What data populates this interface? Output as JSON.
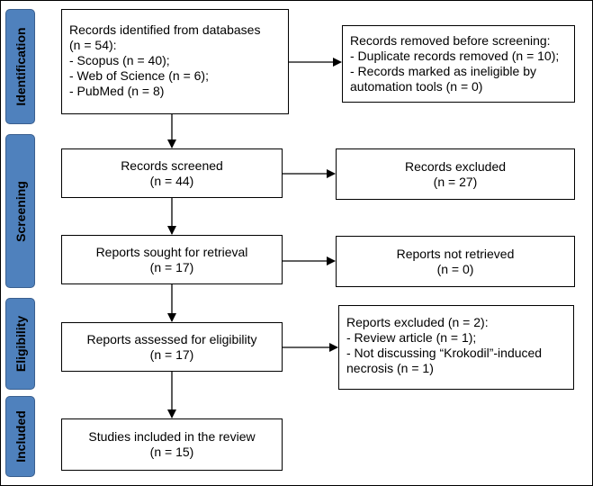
{
  "phases": {
    "identification": "Identification",
    "screening": "Screening",
    "eligibility": "Eligibility",
    "included": "Included"
  },
  "boxes": {
    "identified": [
      "Records identified from databases",
      "(n = 54):",
      "- Scopus (n = 40);",
      "- Web of Science (n = 6);",
      "- PubMed (n = 8)"
    ],
    "removed": [
      "Records removed before screening:",
      "- Duplicate records removed (n = 10);",
      "- Records marked as ineligible by",
      "automation tools (n = 0)"
    ],
    "screened": [
      "Records screened",
      "(n = 44)"
    ],
    "excluded": [
      "Records excluded",
      "(n = 27)"
    ],
    "sought": [
      "Reports sought for retrieval",
      "(n = 17)"
    ],
    "not_retrieved": [
      "Reports not retrieved",
      "(n = 0)"
    ],
    "assessed": [
      "Reports assessed for eligibility",
      "(n = 17)"
    ],
    "reports_excluded": [
      "Reports excluded (n = 2):",
      "- Review article (n = 1);",
      "- Not discussing “Krokodil”-induced",
      "necrosis (n = 1)"
    ],
    "included": [
      "Studies included in the review",
      "(n = 15)"
    ]
  }
}
